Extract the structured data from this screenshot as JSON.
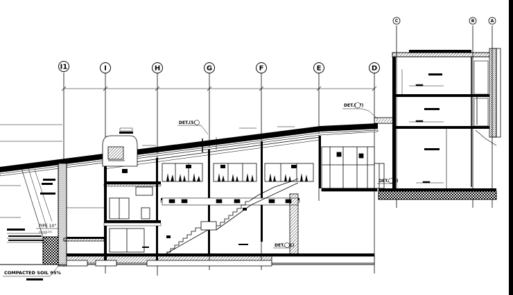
{
  "grid_axes_main": [
    "I1",
    "I",
    "H",
    "G",
    "F",
    "E",
    "D"
  ],
  "grid_axes_right": [
    "C",
    "B",
    "A"
  ],
  "detail_tags": [
    "DET.(58)",
    "DET.(57)",
    "DET.(59)",
    "DET.(61)"
  ],
  "notes": {
    "pipe": "PIPE 10\"",
    "pipe_slope": "(S=%0.25)",
    "compacted_soil": "COMPACTED SOIL 95%"
  },
  "colors": {
    "ink": "#000000",
    "paper": "#ffffff",
    "hatch": "#444444"
  }
}
